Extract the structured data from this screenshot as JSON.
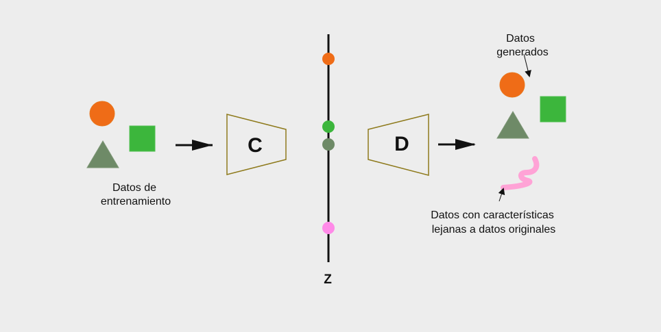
{
  "diagram": {
    "training_label": [
      "Datos de",
      "entrenamiento"
    ],
    "encoder_label": "C",
    "decoder_label": "D",
    "axis_label": "Z",
    "generated_label": [
      "Datos",
      "generados"
    ],
    "far_label": [
      "Datos con características",
      "lejanas a datos originales"
    ]
  },
  "colors": {
    "background": "#ededed",
    "orange": "#ef6c17",
    "green": "#3cb63c",
    "gray_green": "#6e8a67",
    "pink": "#ff8ae8",
    "pink_stroke": "#ffa3d6",
    "trapezoid_stroke": "#8e7a1c",
    "line": "#111111"
  }
}
